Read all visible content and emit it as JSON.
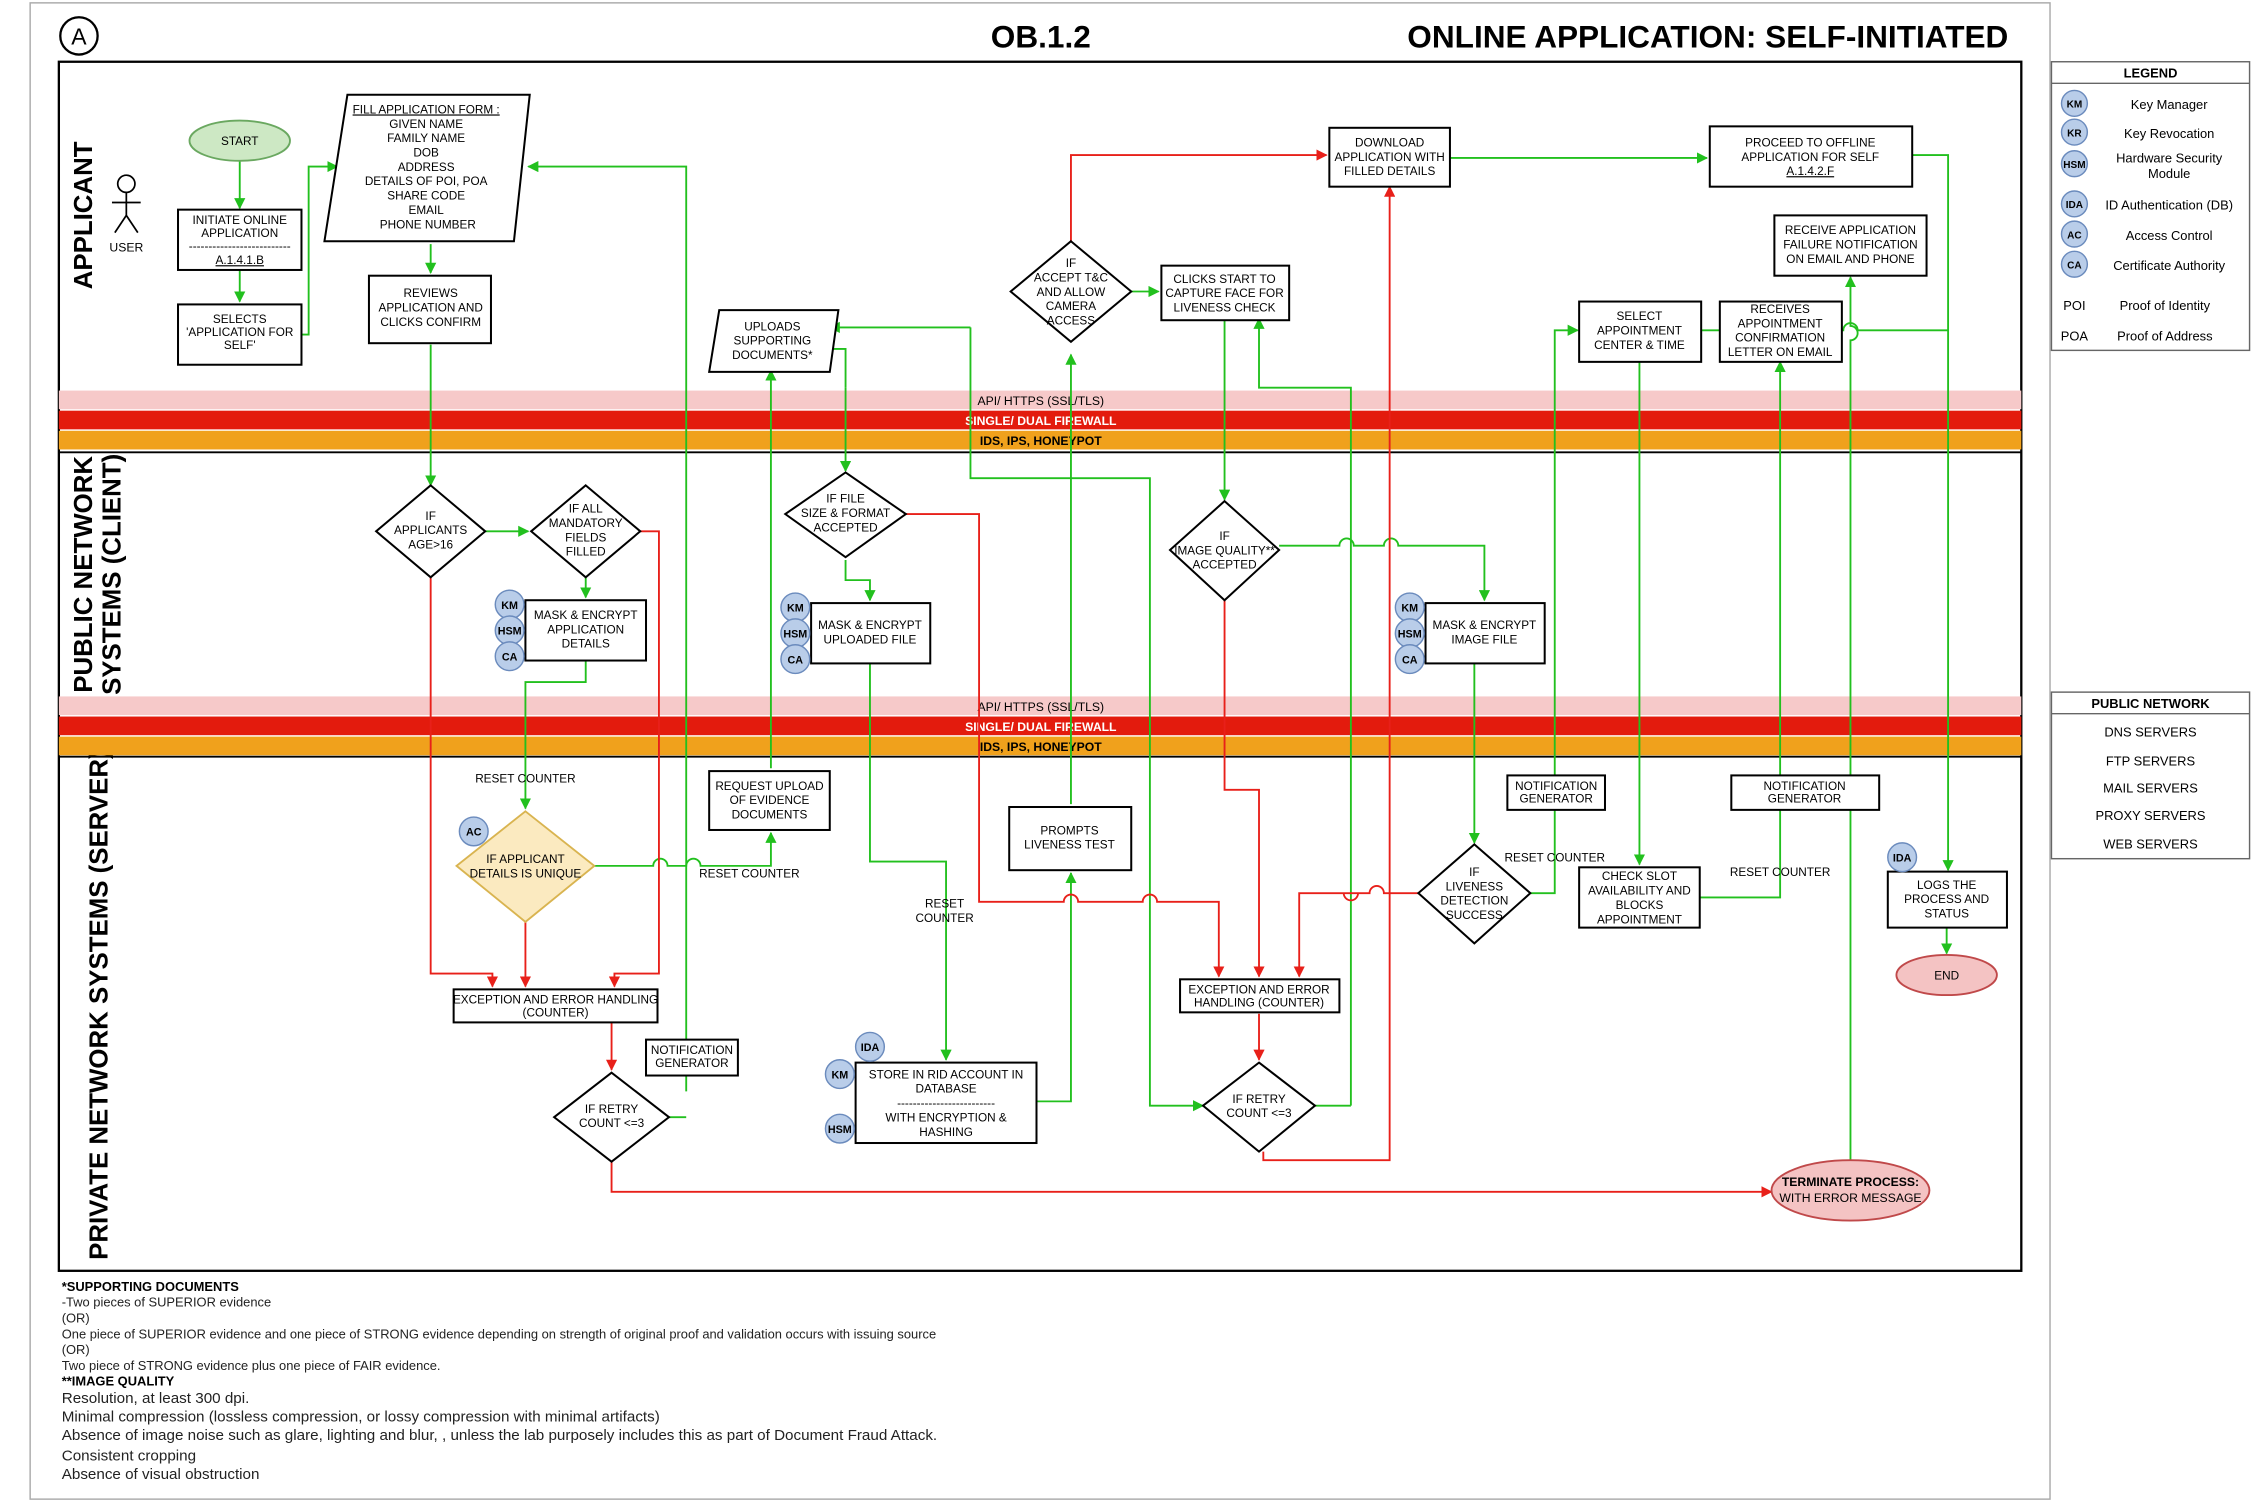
{
  "header": {
    "circle": "A",
    "code": "OB.1.2",
    "title": "ONLINE APPLICATION: SELF-INITIATED"
  },
  "lanes": {
    "applicant": "APPLICANT",
    "client_1": "PUBLIC NETWORK",
    "client_2": "SYSTEMS (CLIENT)",
    "server": "PRIVATE NETWORK SYSTEMS (SERVER)"
  },
  "bands": {
    "api": "API/ HTTPS (SSL/TLS)",
    "firewall": "SINGLE/ DUAL FIREWALL",
    "ids": "IDS, IPS, HONEYPOT"
  },
  "colors": {
    "green": "#22c01e",
    "red": "#e8201a",
    "api_band": "#f6c9c9",
    "firewall_band": "#e31b0d",
    "ids_band": "#f0a11c",
    "start_fill": "#cde8c4",
    "end_fill": "#f4c3c3",
    "unique_fill": "#fbeac0",
    "badge_fill": "#b9cde9"
  },
  "nodes": {
    "start": "START",
    "user": "USER",
    "initiate": [
      "INITIATE ONLINE",
      "APPLICATION",
      "--------------------------",
      "A.1.4.1.B"
    ],
    "selects": [
      "SELECTS",
      "'APPLICATION FOR",
      "SELF'"
    ],
    "fill_form": [
      "FILL APPLICATION FORM :",
      "GIVEN NAME",
      "FAMILY NAME",
      "DOB",
      "ADDRESS",
      "DETAILS OF POI, POA",
      "SHARE CODE",
      "EMAIL",
      "PHONE NUMBER"
    ],
    "reviews": [
      "REVIEWS",
      "APPLICATION AND",
      "CLICKS CONFIRM"
    ],
    "uploads": [
      "UPLOADS",
      "SUPPORTING",
      "DOCUMENTS*"
    ],
    "accept_tc": [
      "IF",
      "ACCEPT T&C",
      "AND ALLOW",
      "CAMERA",
      "ACCESS"
    ],
    "clicks_start": [
      "CLICKS START TO",
      "CAPTURE FACE FOR",
      "LIVENESS CHECK"
    ],
    "download": [
      "DOWNLOAD",
      "APPLICATION WITH",
      "FILLED DETAILS"
    ],
    "proceed": [
      "PROCEED TO OFFLINE",
      "APPLICATION FOR SELF",
      "A.1.4.2.F"
    ],
    "receive_failure": [
      "RECEIVE APPLICATION",
      "FAILURE NOTIFICATION",
      "ON EMAIL AND PHONE"
    ],
    "select_appt": [
      "SELECT",
      "APPOINTMENT",
      "CENTER & TIME"
    ],
    "receives_appt": [
      "RECEIVES",
      "APPOINTMENT",
      "CONFIRMATION",
      "LETTER ON EMAIL"
    ],
    "age": [
      "IF",
      "APPLICANTS",
      "AGE>16"
    ],
    "mandatory": [
      "IF ALL",
      "MANDATORY",
      "FIELDS",
      "FILLED"
    ],
    "mask_app": [
      "MASK & ENCRYPT",
      "APPLICATION",
      "DETAILS"
    ],
    "file_check": [
      "IF FILE",
      "SIZE & FORMAT",
      "ACCEPTED"
    ],
    "mask_file": [
      "MASK & ENCRYPT",
      "UPLOADED FILE"
    ],
    "image_quality": [
      "IF",
      "IMAGE QUALITY**",
      "ACCEPTED"
    ],
    "mask_image": [
      "MASK & ENCRYPT",
      "IMAGE FILE"
    ],
    "reset_counter": "RESET COUNTER",
    "reset_counter_2": [
      "RESET",
      "COUNTER"
    ],
    "unique": [
      "IF APPLICANT",
      "DETAILS IS UNIQUE"
    ],
    "request_upload": [
      "REQUEST UPLOAD",
      "OF EVIDENCE",
      "DOCUMENTS"
    ],
    "prompts": [
      "PROMPTS",
      "LIVENESS TEST"
    ],
    "notification": [
      "NOTIFICATION",
      "GENERATOR"
    ],
    "exception": [
      "EXCEPTION AND ERROR HANDLING",
      "(COUNTER)"
    ],
    "exception2": [
      "EXCEPTION AND ERROR",
      "HANDLING (COUNTER)"
    ],
    "retry": [
      "IF RETRY",
      "COUNT <=3"
    ],
    "store": [
      "STORE IN RID ACCOUNT IN",
      "DATABASE",
      "-------------------------",
      "WITH ENCRYPTION &",
      "HASHING"
    ],
    "liveness": [
      "IF",
      "LIVENESS",
      "DETECTION",
      "SUCCESS"
    ],
    "check_slot": [
      "CHECK SLOT",
      "AVAILABILITY AND",
      "BLOCKS",
      "APPOINTMENT"
    ],
    "logs": [
      "LOGS THE",
      "PROCESS AND",
      "STATUS"
    ],
    "end": "END",
    "terminate": [
      "TERMINATE PROCESS:",
      "WITH ERROR MESSAGE"
    ]
  },
  "badges": {
    "km": "KM",
    "hsm": "HSM",
    "ca": "CA",
    "ac": "AC",
    "ida": "IDA"
  },
  "legend": {
    "title": "LEGEND",
    "items": [
      {
        "abbr": "KM",
        "label": "Key Manager"
      },
      {
        "abbr": "KR",
        "label": "Key Revocation"
      },
      {
        "abbr": "HSM",
        "label": "Hardware Security Module"
      },
      {
        "abbr": "IDA",
        "label": "ID Authentication (DB)"
      },
      {
        "abbr": "AC",
        "label": "Access Control"
      },
      {
        "abbr": "CA",
        "label": "Certificate Authority"
      },
      {
        "abbr": "POI",
        "label": "Proof of Identity"
      },
      {
        "abbr": "POA",
        "label": "Proof of Address"
      }
    ]
  },
  "public_network": {
    "title": "PUBLIC NETWORK",
    "items": [
      "DNS SERVERS",
      "FTP SERVERS",
      "MAIL SERVERS",
      "PROXY SERVERS",
      "WEB SERVERS"
    ]
  },
  "notes": {
    "supporting_title": "*SUPPORTING DOCUMENTS",
    "supporting": [
      "-Two pieces of SUPERIOR evidence",
      "(OR)",
      "One piece of SUPERIOR evidence and one piece of STRONG evidence depending on strength of original proof and validation occurs with issuing source",
      "(OR)",
      "Two piece of STRONG evidence plus one piece of FAIR evidence."
    ],
    "quality_title": "**IMAGE QUALITY",
    "quality": [
      "Resolution, at least 300 dpi.",
      "Minimal compression (lossless compression, or lossy compression with minimal artifacts)",
      "Absence of image noise such as glare, lighting and blur, , unless the lab purposely includes this as part of Document Fraud Attack.",
      "Consistent cropping",
      "Absence of visual obstruction"
    ]
  }
}
